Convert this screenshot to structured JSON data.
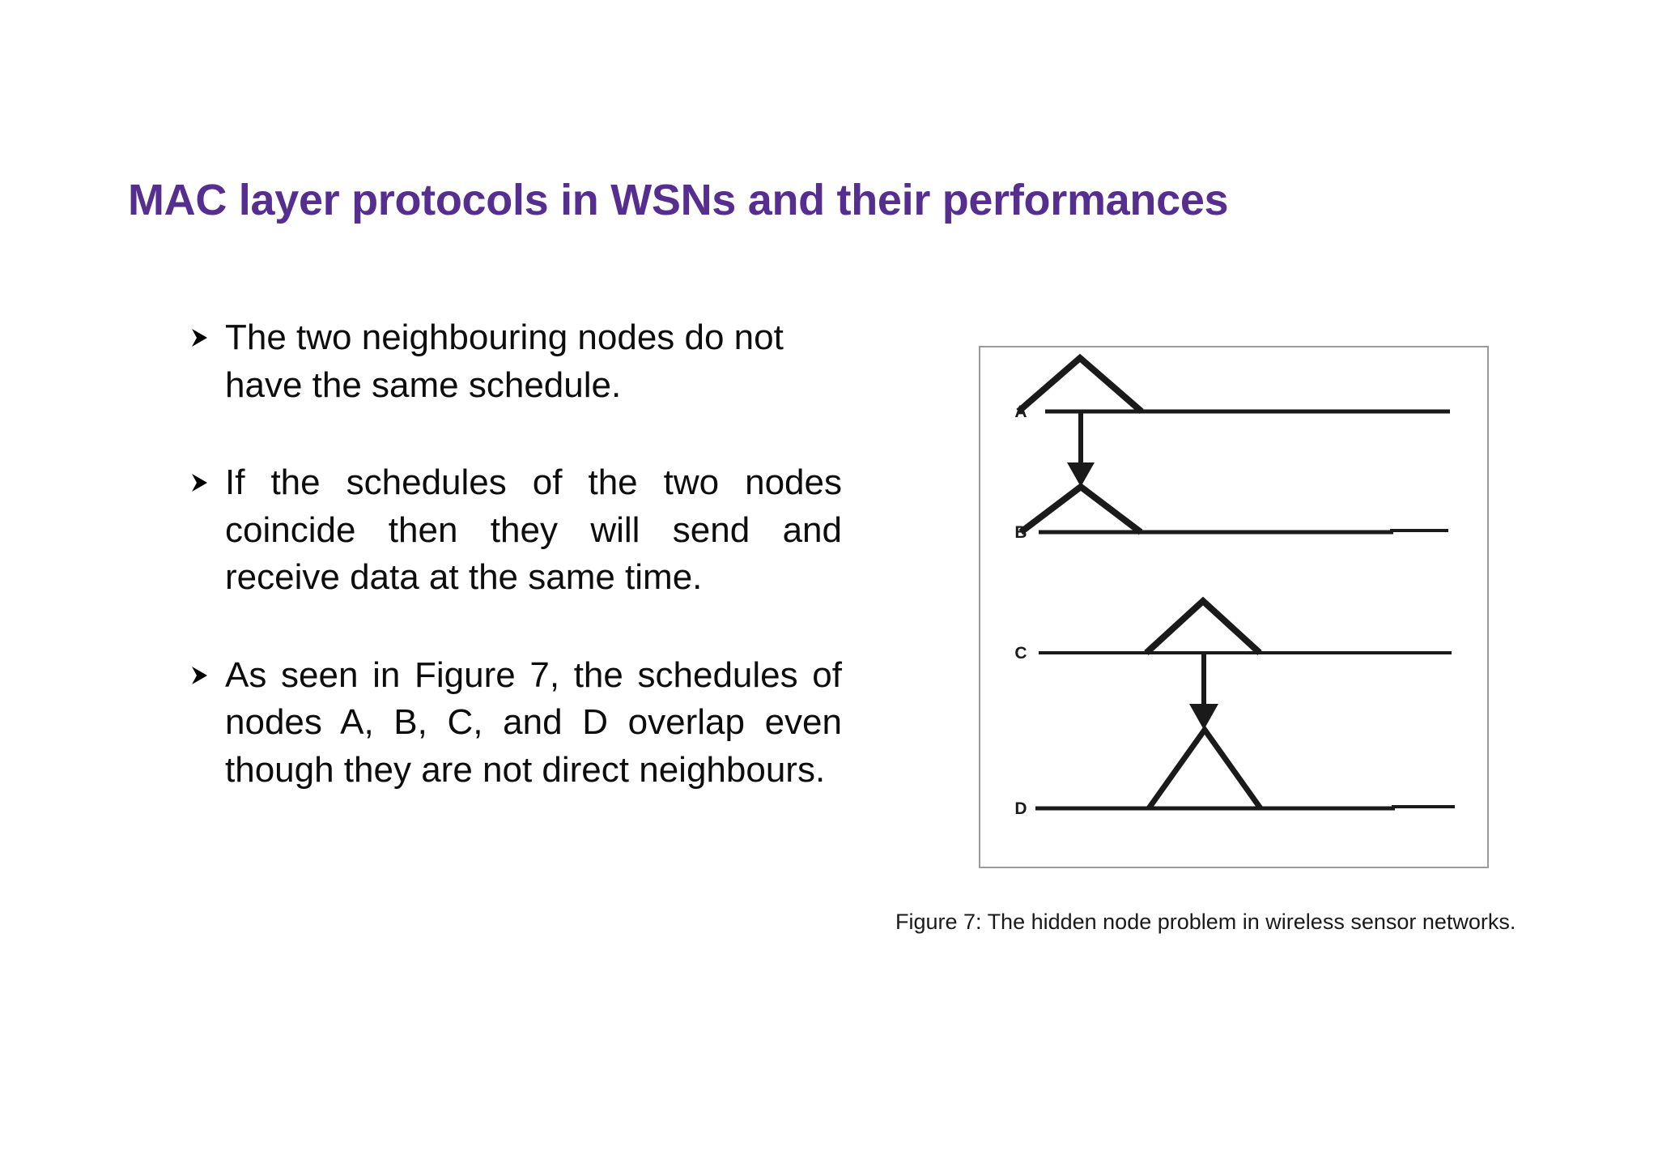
{
  "slide": {
    "title": "MAC layer protocols in WSNs and their performances",
    "title_color": "#552E8F",
    "background_color": "#FFFFFF"
  },
  "bullets": [
    {
      "marker": "arrowhead-bullet",
      "text": "The two neighbouring nodes do not have the same schedule."
    },
    {
      "marker": "arrowhead-bullet",
      "text": "If the schedules of the two nodes coincide then they will send and receive data at the same time."
    },
    {
      "marker": "arrowhead-bullet",
      "text": "As seen in Figure 7, the schedules of nodes A, B, C, and D overlap even though they are not direct neighbours."
    }
  ],
  "figure": {
    "caption": "Figure 7: The hidden node problem in wireless sensor networks.",
    "border_color": "#9A9A9A",
    "line_color": "#1A1A1A",
    "node_labels": [
      "A",
      "B",
      "C",
      "D"
    ],
    "timelines": [
      {
        "label": "A",
        "schedule_triangle": true,
        "sends_arrow_to": "B"
      },
      {
        "label": "B",
        "schedule_triangle": true,
        "sends_arrow_to": ""
      },
      {
        "label": "C",
        "schedule_triangle": true,
        "sends_arrow_to": "D"
      },
      {
        "label": "D",
        "schedule_triangle": true,
        "sends_arrow_to": ""
      }
    ]
  }
}
